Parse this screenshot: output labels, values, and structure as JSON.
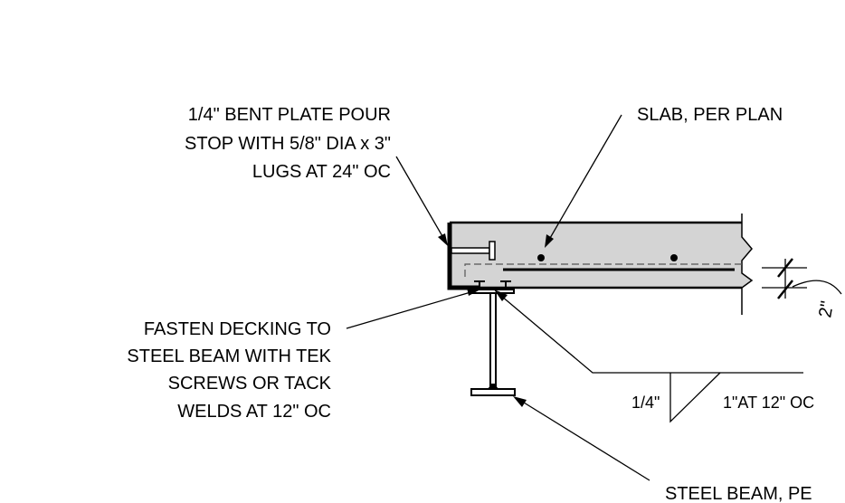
{
  "labels": {
    "pour_stop": [
      "1/4\" BENT PLATE POUR",
      "STOP WITH 5/8\" DIA x 3\"",
      "LUGS AT 24\" OC"
    ],
    "slab": "SLAB, PER PLAN",
    "fasten": [
      "FASTEN DECKING TO",
      "STEEL BEAM WITH TEK",
      "SCREWS OR TACK",
      "WELDS AT 12\" OC"
    ],
    "weld_left": "1/4\"",
    "weld_right": "1\"AT 12\" OC",
    "steel_beam": "STEEL BEAM, PE",
    "dimension": "2\""
  },
  "colors": {
    "line": "#000000",
    "concrete": "#d4d4d4",
    "background": "#ffffff"
  }
}
